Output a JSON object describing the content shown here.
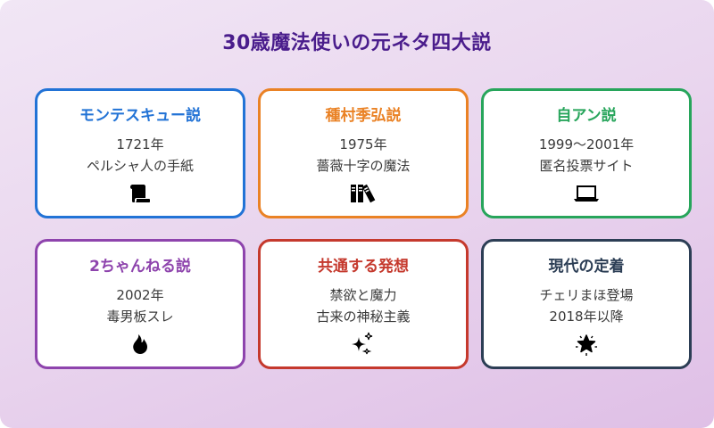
{
  "title": "30歳魔法使いの元ネタ四大説",
  "colors": {
    "title": "#4a1d8c",
    "blue": "#2273d6",
    "orange": "#ea8225",
    "green": "#27a55b",
    "purple": "#8e44ad",
    "red": "#c5392d",
    "navy": "#2c3e55"
  },
  "cards": [
    {
      "heading": "モンテスキュー説",
      "line1": "1721年",
      "line2": "ペルシャ人の手紙",
      "icon": "scroll-icon",
      "color": "#2273d6"
    },
    {
      "heading": "種村季弘説",
      "line1": "1975年",
      "line2": "薔薇十字の魔法",
      "icon": "books-icon",
      "color": "#ea8225"
    },
    {
      "heading": "自アン説",
      "line1": "1999〜2001年",
      "line2": "匿名投票サイト",
      "icon": "laptop-icon",
      "color": "#27a55b"
    },
    {
      "heading": "2ちゃんねる説",
      "line1": "2002年",
      "line2": "毒男板スレ",
      "icon": "fire-icon",
      "color": "#8e44ad"
    },
    {
      "heading": "共通する発想",
      "line1": "禁欲と魔力",
      "line2": "古来の神秘主義",
      "icon": "sparkles-icon",
      "color": "#c5392d"
    },
    {
      "heading": "現代の定着",
      "line1": "チェリまほ登場",
      "line2": "2018年以降",
      "icon": "glowing-star-icon",
      "color": "#2c3e55"
    }
  ]
}
